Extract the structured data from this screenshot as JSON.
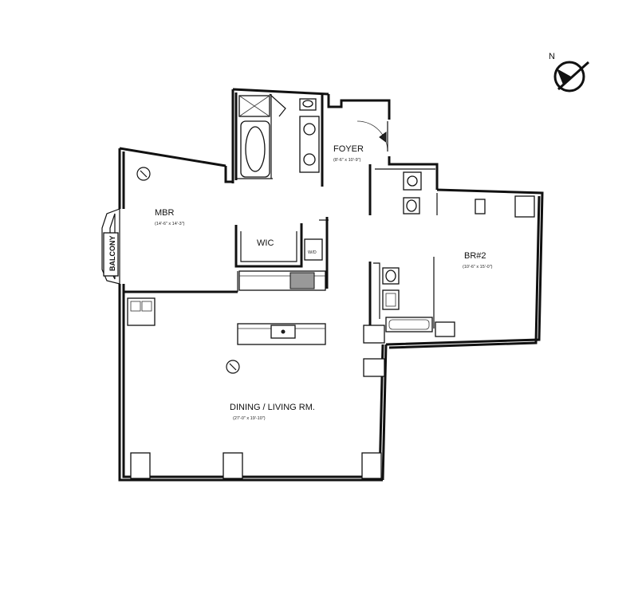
{
  "compass": {
    "label": "N"
  },
  "rooms": {
    "foyer": {
      "name": "FOYER",
      "dims": "(8'-6\" x 10'-9\")"
    },
    "mbr": {
      "name": "MBR",
      "dims": "(14'-6\" x 14'-3\")"
    },
    "wic": {
      "name": "WIC"
    },
    "wd": {
      "name": "W/D"
    },
    "br2": {
      "name": "BR#2",
      "dims": "(10'-6\" x 15'-0\")"
    },
    "living": {
      "name": "DINING / LIVING RM.",
      "dims": "(27'-0\" x 19'-10\")"
    },
    "balcony": {
      "name": "BALCONY"
    }
  }
}
